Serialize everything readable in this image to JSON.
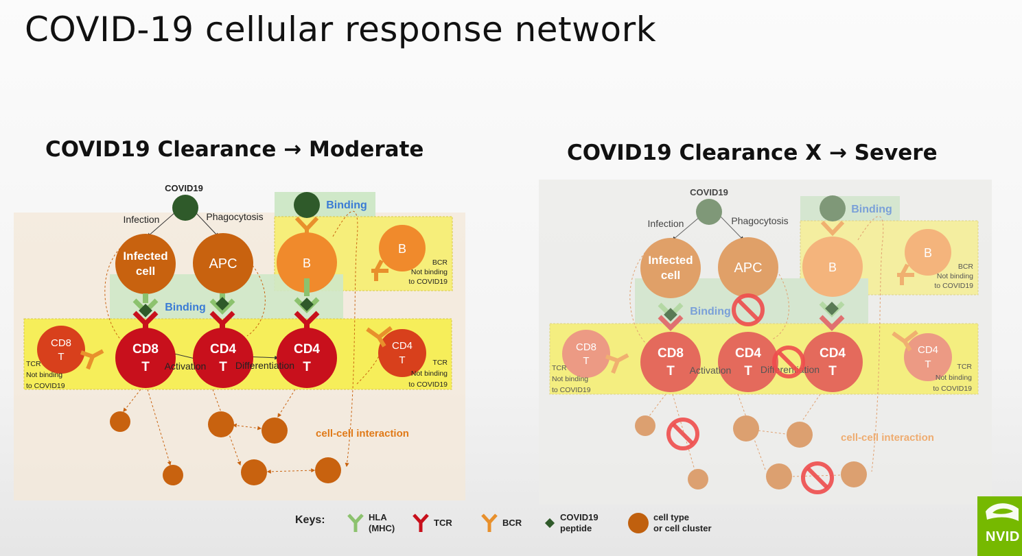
{
  "slide": {
    "title": "COVID-19 cellular response network"
  },
  "panels": {
    "left": {
      "title": "COVID19 Clearance → Moderate",
      "virus": "COVID19",
      "infection": "Infection",
      "phagocytosis": "Phagocytosis",
      "binding": "Binding",
      "infected_cell": [
        "Infected",
        "cell"
      ],
      "apc": "APC",
      "b_main": "B",
      "b_side": "B",
      "bcr_note": [
        "BCR",
        "Not binding",
        "to COVID19"
      ],
      "cd8_side": [
        "CD8",
        "T"
      ],
      "tcr_note_left": [
        "TCR",
        "Not binding",
        "to COVID19"
      ],
      "cd8_main": [
        "CD8",
        "T"
      ],
      "cd4_main_1": [
        "CD4",
        "T"
      ],
      "cd4_main_2": [
        "CD4",
        "T"
      ],
      "cd4_side": [
        "CD4",
        "T"
      ],
      "tcr_note_right": [
        "TCR",
        "Not binding",
        "to COVID19"
      ],
      "activation": "Activation",
      "differentiation": "Differentiation",
      "cell_interaction": "cell-cell interaction"
    },
    "right": {
      "title": "COVID19 Clearance X → Severe",
      "virus": "COVID19",
      "infection": "Infection",
      "phagocytosis": "Phagocytosis",
      "binding": "Binding",
      "infected_cell": [
        "Infected",
        "cell"
      ],
      "apc": "APC",
      "b_main": "B",
      "b_side": "B",
      "bcr_note": [
        "BCR",
        "Not binding",
        "to COVID19"
      ],
      "cd8_side": [
        "CD8",
        "T"
      ],
      "tcr_note_left": [
        "TCR",
        "Not binding",
        "to COVID19"
      ],
      "cd8_main": [
        "CD8",
        "T"
      ],
      "cd4_main_1": [
        "CD4",
        "T"
      ],
      "cd4_main_2": [
        "CD4",
        "T"
      ],
      "cd4_side": [
        "CD4",
        "T"
      ],
      "tcr_note_right": [
        "TCR",
        "Not binding",
        "to COVID19"
      ],
      "activation": "Activation",
      "differentiation": "Differentiation",
      "cell_interaction": "cell-cell interaction"
    }
  },
  "keys": {
    "title": "Keys:",
    "items": [
      {
        "icon": "hla-receptor-icon",
        "color": "#8cc26e",
        "label": [
          "HLA",
          "(MHC)"
        ]
      },
      {
        "icon": "tcr-receptor-icon",
        "color": "#c8101c",
        "label": [
          "TCR"
        ]
      },
      {
        "icon": "bcr-receptor-icon",
        "color": "#e8902c",
        "label": [
          "BCR"
        ]
      },
      {
        "icon": "covid-peptide-icon",
        "color": "#2f5a2a",
        "label": [
          "COVID19",
          "peptide"
        ]
      },
      {
        "icon": "cell-type-icon",
        "color": "#c0600e",
        "label": [
          "cell type",
          "or cell cluster"
        ]
      }
    ]
  },
  "logo": {
    "text": "NVID"
  },
  "colors": {
    "virus": "#2f5a2a",
    "cell_orange": "#c8620f",
    "b_orange": "#f08a2c",
    "t_red": "#c8101c",
    "yellow_zone": "#f6f05a",
    "green_zone": "#a8d8a0",
    "binding_text": "#3a7bd5",
    "interaction_text": "#e07a18",
    "block_sign": "#ee4d4d",
    "nvidia_green": "#76b900"
  }
}
